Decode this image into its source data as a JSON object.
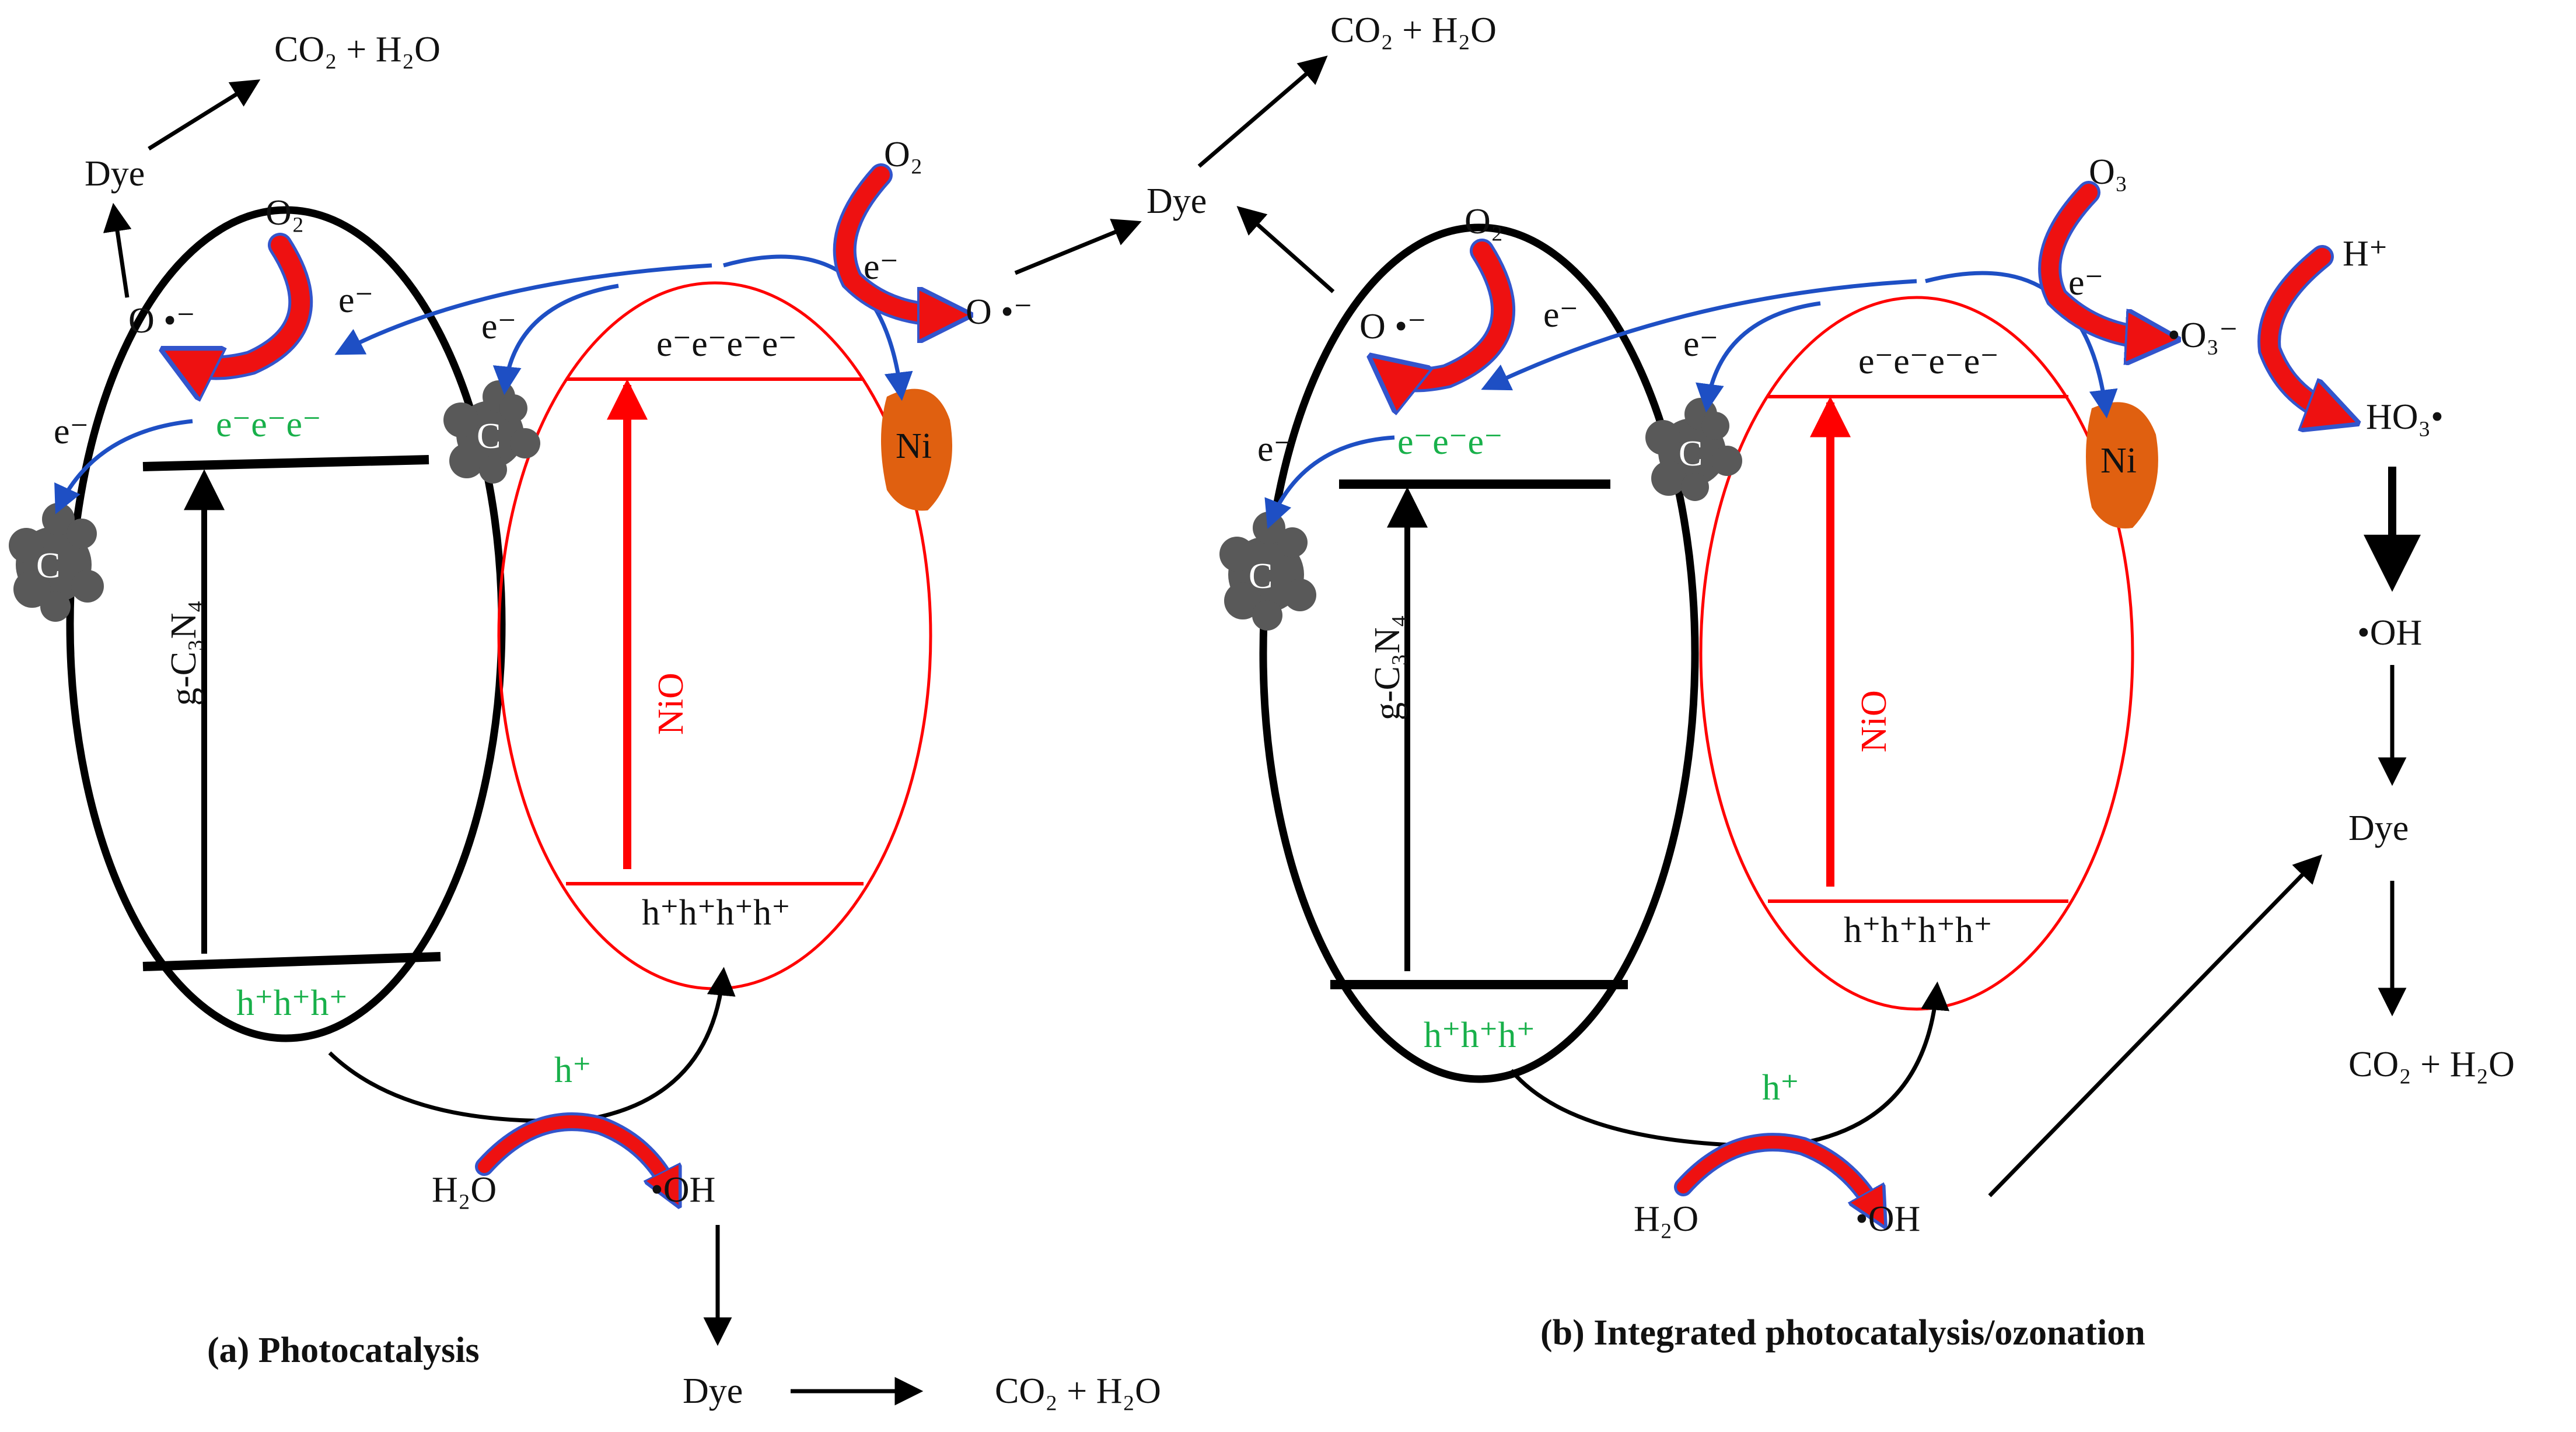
{
  "colors": {
    "g_c3n4": "#000000",
    "nio": "#ff0000",
    "electron_flow": "#1e4fc4",
    "hole_text": "#18b04a",
    "carbon": "#595959",
    "nickel": "#e06010",
    "curved_arrow_fill": "#ee1111",
    "curved_arrow_edge": "#3355cc"
  },
  "panel_a": {
    "caption": "(a) Photocatalysis",
    "g_c3n4_label": "g-C₃N₄",
    "nio_label": "NiO",
    "gcn_cb": "e⁻e⁻e⁻",
    "gcn_vb": "h⁺h⁺h⁺",
    "nio_cb": "e⁻e⁻e⁻e⁻",
    "nio_vb": "h⁺h⁺h⁺h⁺",
    "carbon_label": "C",
    "carbon_mid_label": "C",
    "nickel_label": "Ni",
    "e1": "e⁻",
    "e2": "e⁻",
    "e3": "e⁻",
    "e4": "e⁻",
    "hplus": "h⁺",
    "o2_left": "O₂",
    "superoxide_left": "O •⁻",
    "dye_top_left": "Dye",
    "co2_top_left": "CO₂ + H₂O",
    "o2_right": "O₂",
    "superoxide_right": "O •⁻",
    "dye_top_mid": "Dye",
    "co2_top_mid": "CO₂ + H₂O",
    "h2o": "H₂O",
    "oh": "•OH",
    "dye_bottom": "Dye",
    "co2_bottom": "CO₂ + H₂O"
  },
  "panel_b": {
    "caption": "(b) Integrated photocatalysis/ozonation",
    "g_c3n4_label": "g-C₃N₄",
    "nio_label": "NiO",
    "gcn_cb": "e⁻e⁻e⁻",
    "gcn_vb": "h⁺h⁺h⁺",
    "nio_cb": "e⁻e⁻e⁻e⁻",
    "nio_vb": "h⁺h⁺h⁺h⁺",
    "carbon_label": "C",
    "carbon_mid_label": "C",
    "nickel_label": "Ni",
    "e1": "e⁻",
    "e2": "e⁻",
    "e3": "e⁻",
    "e4": "e⁻",
    "hplus": "h⁺",
    "o2": "O₂",
    "superoxide": "O •⁻",
    "o3": "O₃",
    "ozonide": "•O₃⁻",
    "hplus_right": "H⁺",
    "ho3": "HO₃•",
    "oh_right": "•OH",
    "dye_right": "Dye",
    "co2_right": "CO₂ + H₂O",
    "h2o": "H₂O",
    "oh": "•OH"
  }
}
